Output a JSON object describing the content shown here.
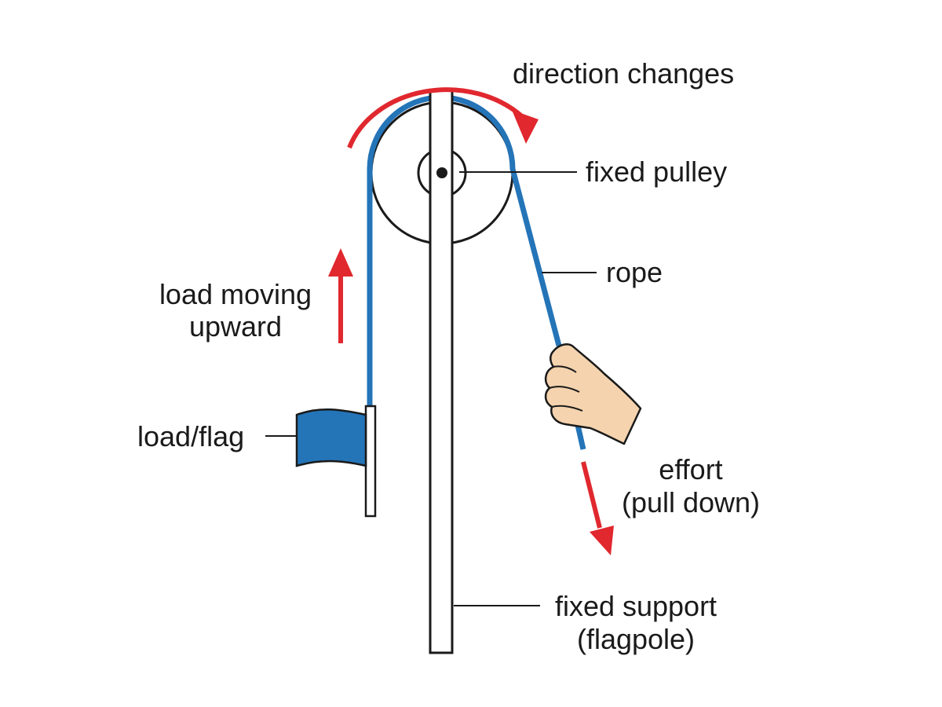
{
  "labels": {
    "direction_changes": "direction changes",
    "fixed_pulley": "fixed pulley",
    "rope": "rope",
    "load_moving_line1": "load moving",
    "load_moving_line2": "upward",
    "load_flag": "load/flag",
    "effort_line1": "effort",
    "effort_line2": "(pull down)",
    "support_line1": "fixed support",
    "support_line2": "(flagpole)"
  },
  "colors": {
    "rope": "#2474b8",
    "arrow": "#e0282e",
    "flag": "#2474b8",
    "skin": "#f4d3ae",
    "outline": "#1a1a1a",
    "background": "#ffffff"
  }
}
